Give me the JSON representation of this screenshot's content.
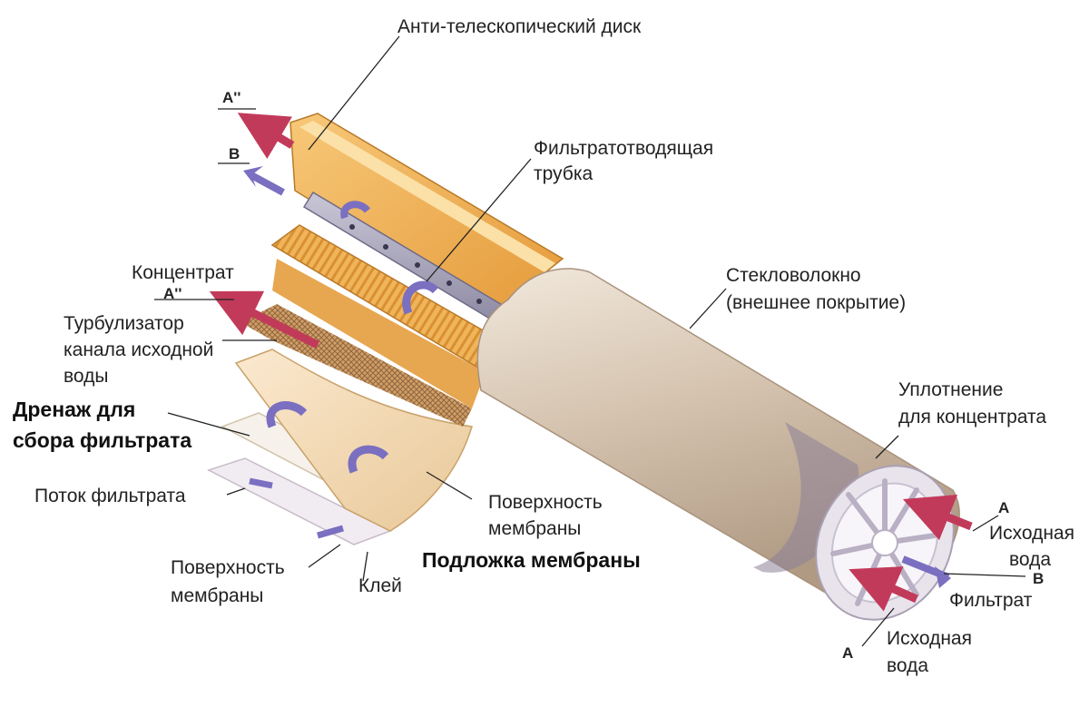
{
  "labels": {
    "anti_telescopic": "Анти-телескопический диск",
    "permeate_tube_1": "Фильтратотводящая",
    "permeate_tube_2": "трубка",
    "fiberglass_1": "Стекловолокно",
    "fiberglass_2": "(внешнее покрытие)",
    "concentrate": "Концентрат",
    "turbulizer_1": "Турбулизатор",
    "turbulizer_2": "канала исходной",
    "turbulizer_3": "воды",
    "drainage_1": "Дренаж для",
    "drainage_2": "сбора фильтрата",
    "permeate_flow": "Поток фильтрата",
    "membrane_surface_1_a": "Поверхность",
    "membrane_surface_1_b": "мембраны",
    "membrane_substrate": "Подложка мембраны",
    "membrane_surface_2_a": "Поверхность",
    "membrane_surface_2_b": "мембраны",
    "glue": "Клей",
    "concentrate_seal_1": "Уплотнение",
    "concentrate_seal_2": "для концентрата",
    "feed_water_1_a": "Исходная",
    "feed_water_1_b": "вода",
    "permeate": "Фильтрат",
    "feed_water_2_a": "Исходная",
    "feed_water_2_b": "вода"
  },
  "letters": {
    "a_dd_top": "A''",
    "b_top": "B",
    "a_dd_mid": "A''",
    "a_right": "A",
    "b_right": "B",
    "a_bottom": "A"
  },
  "colors": {
    "concentrate_arrow": "#c23a5a",
    "permeate_arrow": "#7a6fc0",
    "membrane_orange": "#f2b04e",
    "fiberglass": "#d9cbbb"
  }
}
